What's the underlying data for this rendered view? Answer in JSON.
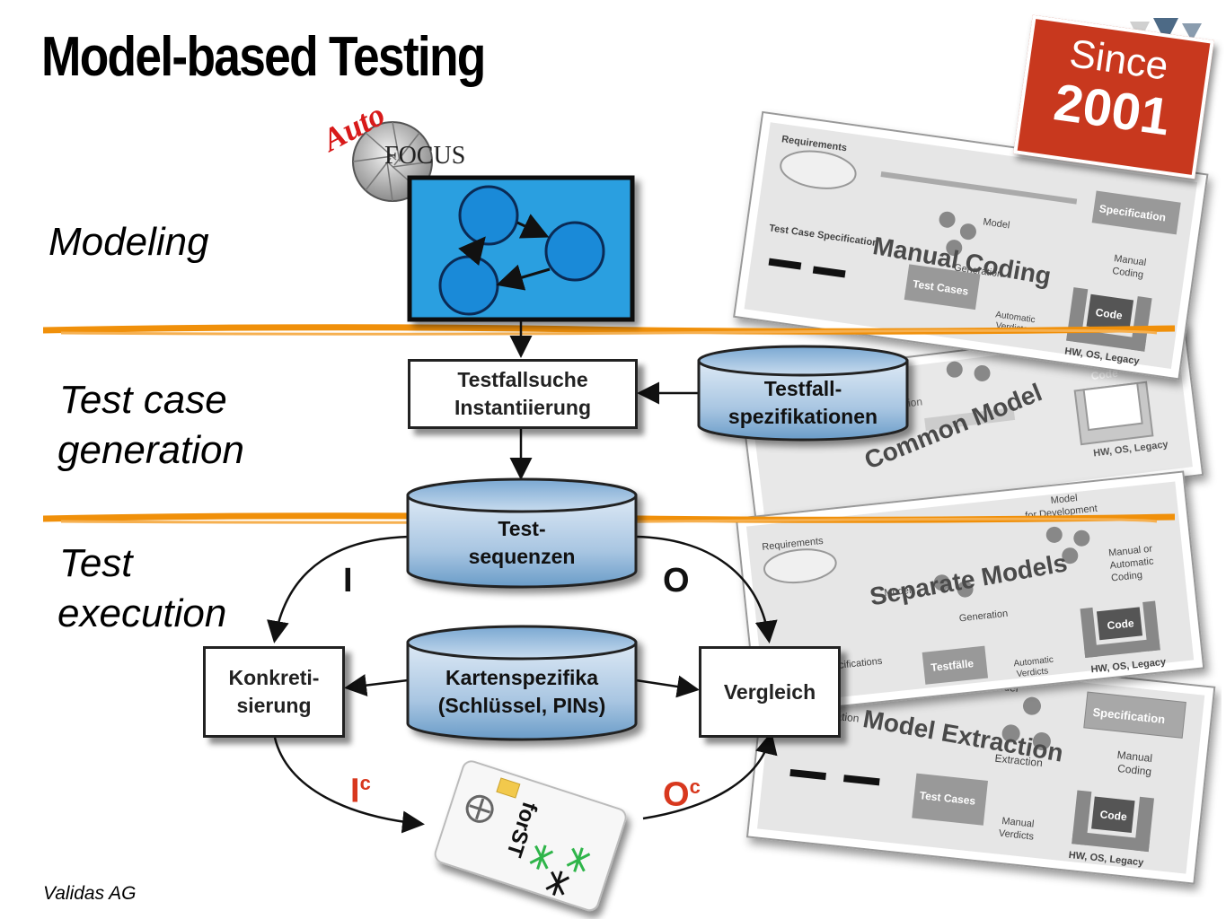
{
  "title": "Model-based Testing",
  "phases": {
    "modeling": "Modeling",
    "generation_line1": "Test case",
    "generation_line2": "generation",
    "execution_line1": "Test",
    "execution_line2": "execution"
  },
  "logo": {
    "part1": "Auto",
    "part2": "Focus"
  },
  "nodes": {
    "testfallsuche_1": "Testfallsuche",
    "testfallsuche_2": "Instantiierung",
    "testfallspez_1": "Testfall-",
    "testfallspez_2": "spezifikationen",
    "testsequenzen_1": "Test-",
    "testsequenzen_2": "sequenzen",
    "karten_1": "Kartenspezifika",
    "karten_2": "(Schlüssel, PINs)",
    "konkret_1": "Konkreti-",
    "konkret_2": "sierung",
    "vergleich": "Vergleich"
  },
  "io_labels": {
    "input": "I",
    "output": "O",
    "input_c": "I",
    "output_c": "O",
    "sup": "c"
  },
  "card_text": "forST",
  "badge": {
    "since": "Since",
    "year": "2001"
  },
  "approaches": [
    "Manual Coding",
    "Common Model",
    "Separate Models",
    "Model Extraction"
  ],
  "card1_labels": {
    "requirements": "Requirements",
    "model": "Model",
    "generation": "Generation",
    "tcspec": "Test Case Specification",
    "specification": "Specification",
    "manual": "Manual",
    "coding": "Coding",
    "testcases": "Test Cases",
    "code": "Code",
    "hw": "HW, OS, Legacy",
    "automatic": "Automatic",
    "verdicts": "Verdicts"
  },
  "card2_labels": {
    "generation": "eneration",
    "code": "Code",
    "hw": "HW, OS, Legacy"
  },
  "card3_labels": {
    "requirements": "Requirements",
    "model_dev": "Model",
    "for_dev": "for Development",
    "manual_or": "Manual or",
    "automatic": "Automatic",
    "coding": "Coding",
    "model": "Model",
    "generation": "Generation",
    "tcspecs": "Test Case Specifications",
    "testfaelle": "Testfälle",
    "auto": "Automatic",
    "verdicts": "Verdicts",
    "code": "Code",
    "hw": "HW, OS, Legacy"
  },
  "card4_labels": {
    "model": "Model",
    "specification": "Specification",
    "manual": "Manual",
    "coding": "Coding",
    "cation": "cation",
    "extraction": "Extraction",
    "testcases": "Test Cases",
    "manual2": "Manual",
    "verdicts": "Verdicts",
    "code": "Code",
    "hw": "HW, OS, Legacy"
  },
  "footer": "Validas AG",
  "colors": {
    "badge_red": "#c8381e",
    "orange_divider": "#f0900a",
    "model_blue": "#2a9fe0",
    "cylinder_blue_light": "#d8e8f5",
    "cylinder_blue_dark": "#6a9cc8",
    "card_gray": "#b7b7b7"
  }
}
